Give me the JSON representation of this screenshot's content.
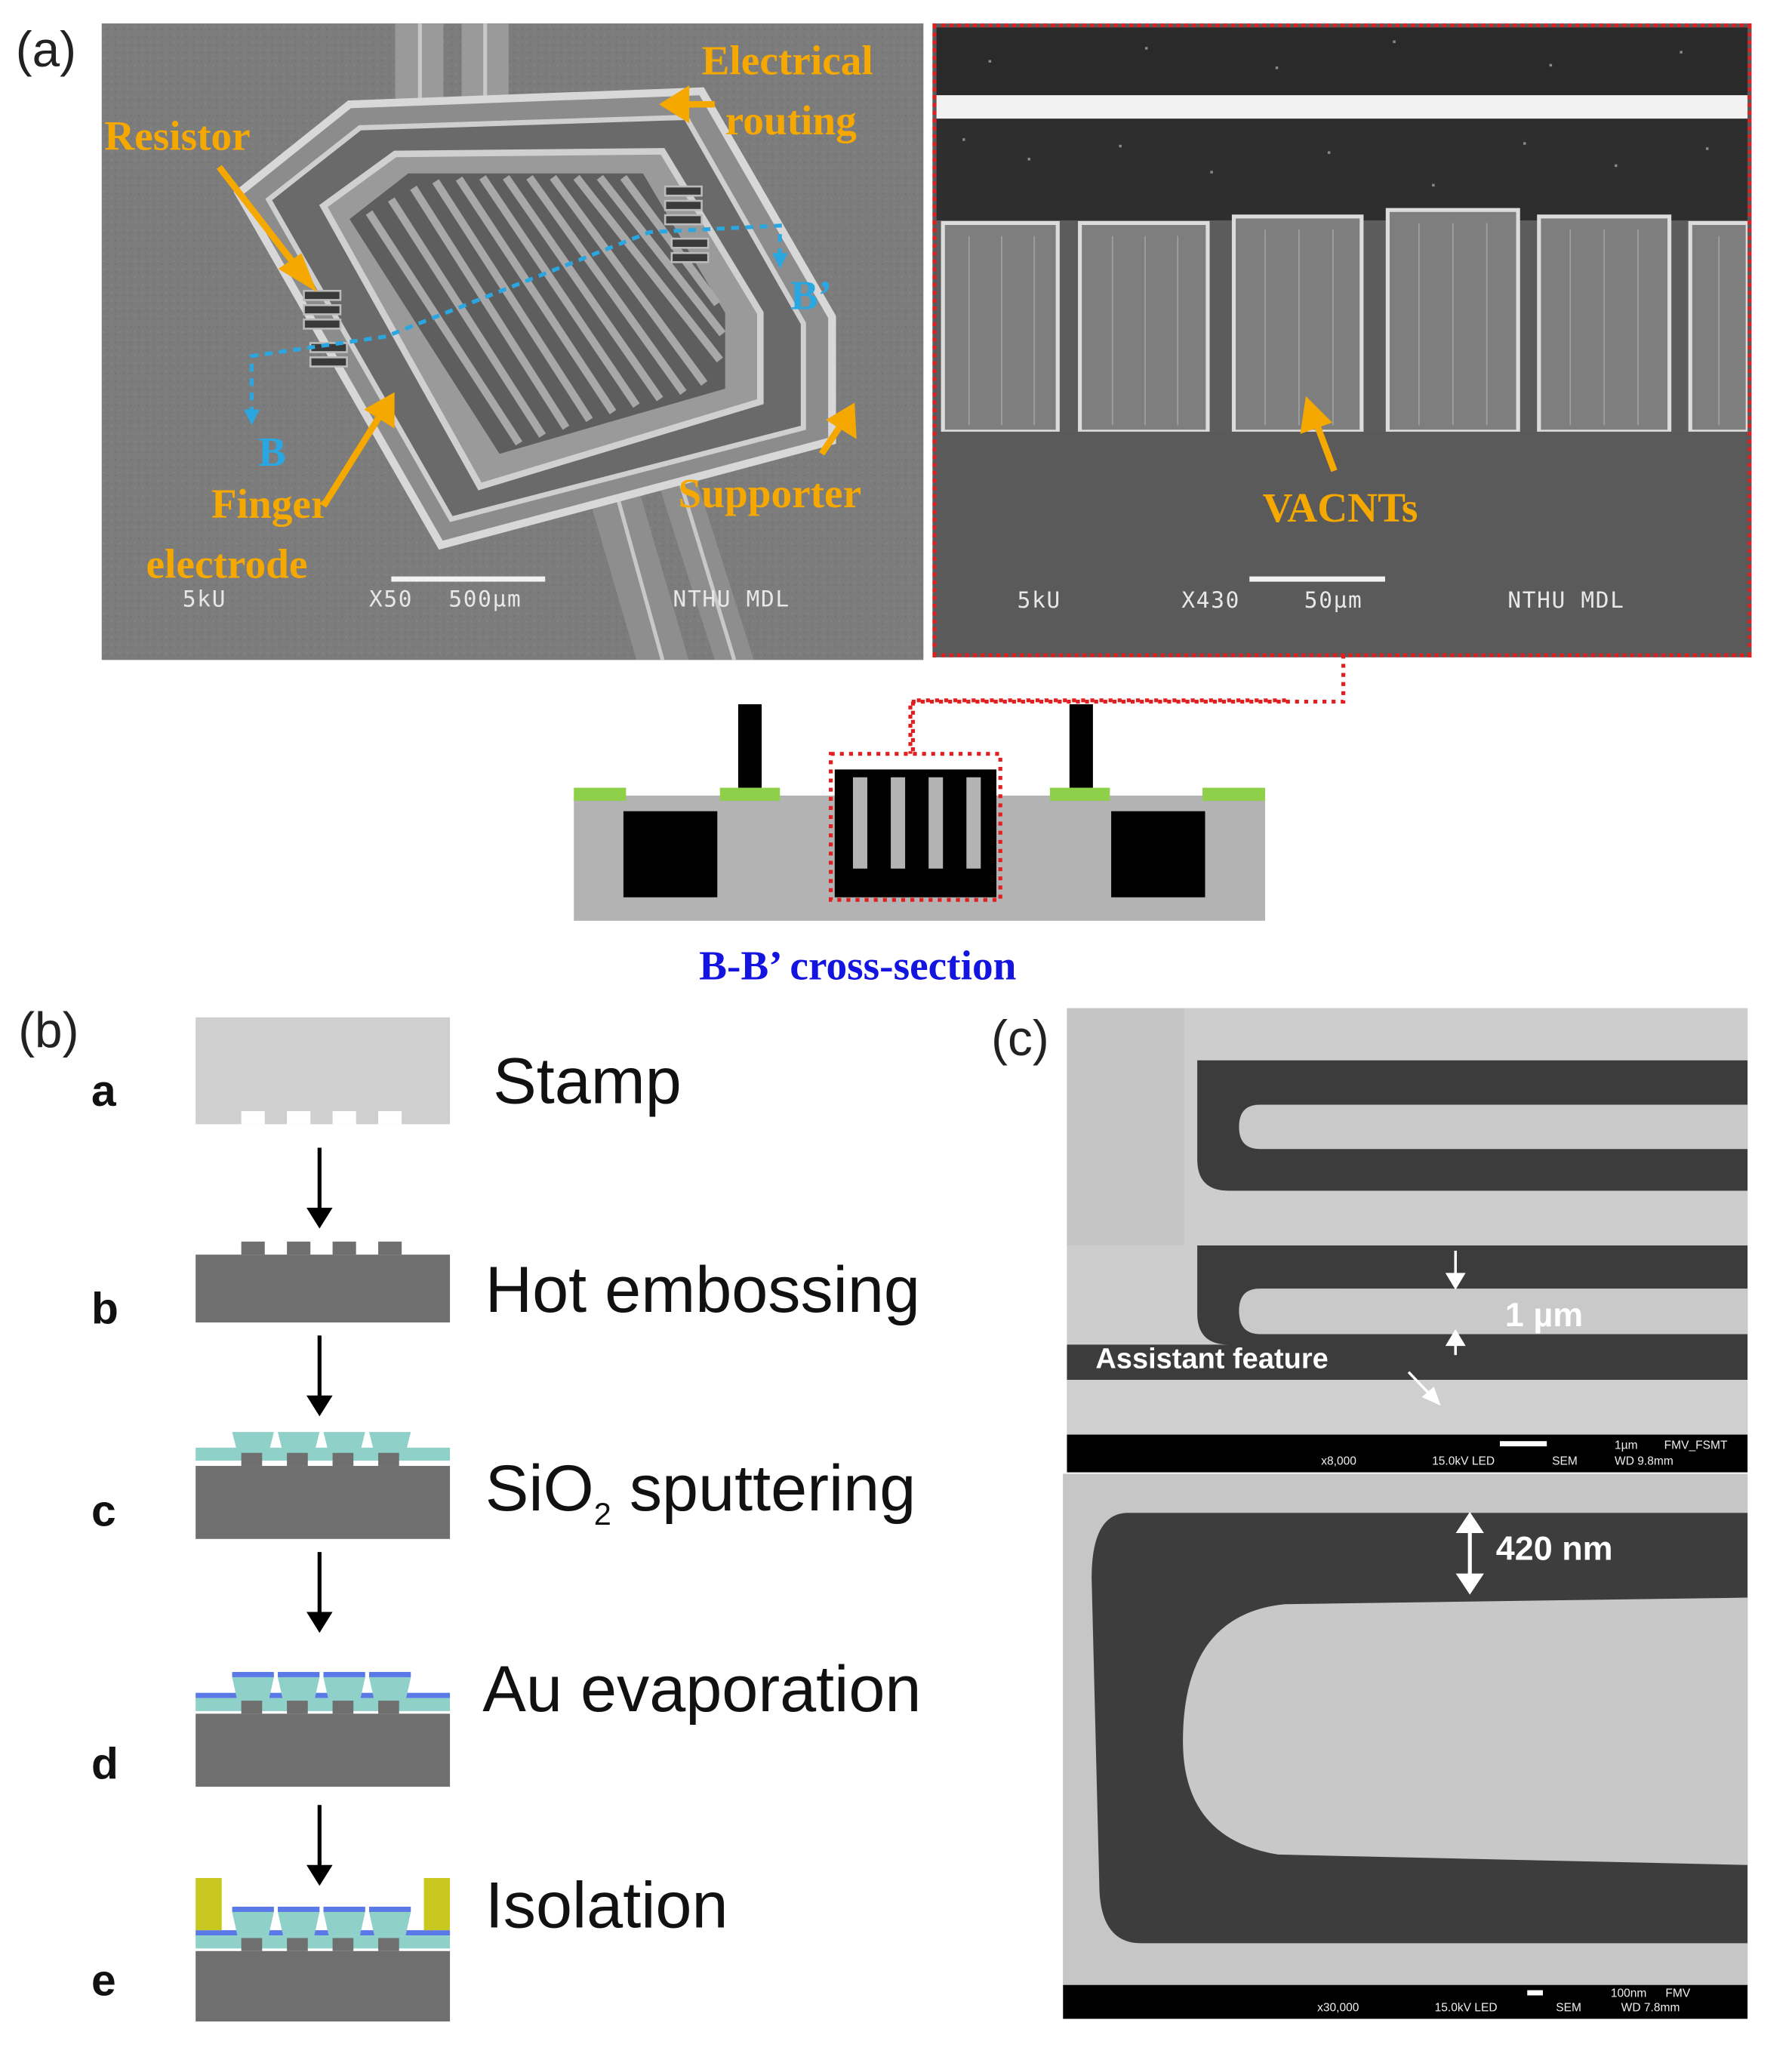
{
  "panel_a": {
    "label": "(a)",
    "sem1": {
      "annotations": {
        "resistor": "Resistor",
        "electrical_routing_1": "Electrical",
        "electrical_routing_2": "routing",
        "finger_electrode_1": "Finger",
        "finger_electrode_2": "electrode",
        "supporter": "Supporter",
        "b_mark": "B",
        "bprime_mark": "B’"
      },
      "info": {
        "voltage": "5kU",
        "mag": "X50",
        "scale": "500µm",
        "lab": "NTHU MDL"
      }
    },
    "sem2": {
      "annotations": {
        "vacnts": "VACNTs"
      },
      "info": {
        "voltage": "5kU",
        "mag": "X430",
        "scale": "50µm",
        "lab": "NTHU MDL"
      }
    },
    "cross_section_caption": "B-B’ cross-section"
  },
  "panel_b": {
    "label": "(b)",
    "steps": [
      {
        "letter": "a",
        "name": "Stamp"
      },
      {
        "letter": "b",
        "name": "Hot embossing"
      },
      {
        "letter": "c",
        "name_prefix": "SiO",
        "name_sub": "2",
        "name_suffix": " sputtering"
      },
      {
        "letter": "d",
        "name": "Au evaporation"
      },
      {
        "letter": "e",
        "name": "Isolation"
      }
    ]
  },
  "panel_c": {
    "label": "(c)",
    "top": {
      "gap": "1 µm",
      "assist": "Assistant feature",
      "info": {
        "mag": "x8,000",
        "volt": "15.0kV LED",
        "mode": "SEM",
        "wd": "WD 9.8mm",
        "scale": "1µm",
        "lab": "FMV_FSMT"
      }
    },
    "bottom": {
      "gap": "420 nm",
      "info": {
        "mag": "x30,000",
        "volt": "15.0kV LED",
        "mode": "SEM",
        "wd": "WD 7.8mm",
        "scale": "100nm",
        "lab": "FMV"
      }
    }
  },
  "colors": {
    "annotation": "#f5a800",
    "cross_section_caption": "#1414e0",
    "dashed_marker": "#2aa7e0",
    "red_frame": "#e02020",
    "substrate_gray": "#6f6f6f",
    "sio2": "#8fd0c8",
    "gold": "#c8c820",
    "au_blue": "#5a78e6"
  }
}
